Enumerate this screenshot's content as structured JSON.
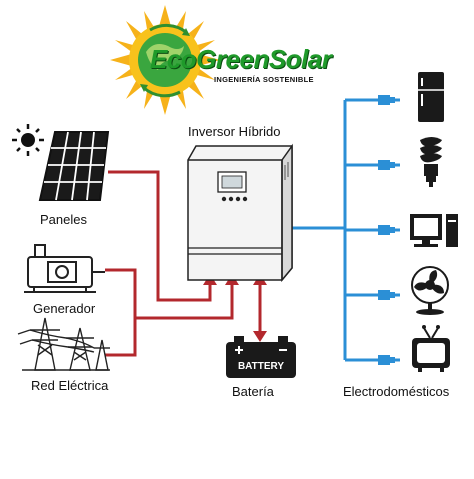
{
  "logo": {
    "name": "EcoGreenSolar",
    "tagline": "INGENIERÍA SOSTENIBLE"
  },
  "inverter": {
    "title": "Inversor Híbrido"
  },
  "sources": [
    {
      "label": "Paneles",
      "icon": "solar-panel-icon"
    },
    {
      "label": "Generador",
      "icon": "generator-icon"
    },
    {
      "label": "Red Eléctrica",
      "icon": "power-grid-icon"
    }
  ],
  "battery": {
    "label": "Batería",
    "icon_text": "BATTERY"
  },
  "appliances": {
    "label": "Electrodomésticos",
    "items": [
      {
        "icon": "refrigerator-icon"
      },
      {
        "icon": "light-bulb-icon"
      },
      {
        "icon": "computer-icon"
      },
      {
        "icon": "fan-icon"
      },
      {
        "icon": "television-icon"
      }
    ]
  },
  "colors": {
    "source_lines": "#b3282d",
    "load_lines": "#2b8fd6",
    "logo_green": "#1f9a2a",
    "sun": "#f6b21a"
  }
}
